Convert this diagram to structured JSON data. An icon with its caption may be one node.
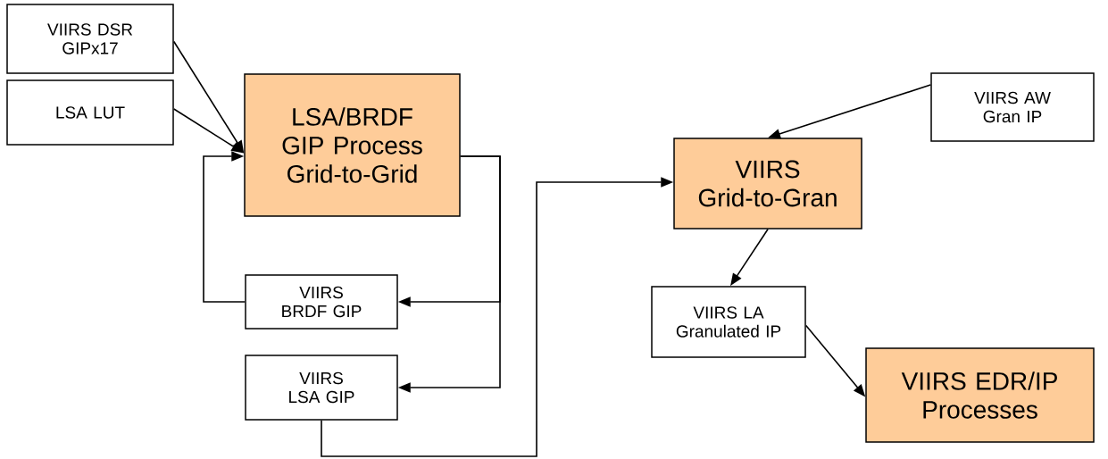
{
  "diagram": {
    "nodes": [
      {
        "text": [
          "VIIRS DSR GIPx17"
        ]
      },
      {
        "text": [
          "LSA LUT"
        ]
      },
      {
        "text": [
          "LSA/BRDF GIP Process Grid-to-Grid"
        ]
      },
      {
        "text": [
          "VIIRS AW Gran IP"
        ]
      },
      {
        "text": [
          "VIIRS Grid-to-Gran"
        ]
      },
      {
        "text": [
          "VIIRS BRDF GIP"
        ]
      },
      {
        "text": [
          "VIIRS LA Granulated IP"
        ]
      },
      {
        "text": [
          "VIIRS LSA GIP"
        ]
      },
      {
        "text": [
          "VIIRS EDR/IP Processes"
        ]
      }
    ],
    "edges": [
      {
        "from": 0,
        "to": 2,
        "arrow": "to"
      },
      {
        "from": 1,
        "to": 2,
        "arrow": "to"
      },
      {
        "from": 2,
        "to": 5,
        "arrow": "to"
      },
      {
        "from": 2,
        "to": 7,
        "arrow": "to"
      },
      {
        "from": 5,
        "to": 2,
        "arrow": "to"
      },
      {
        "from": 7,
        "to": 4,
        "arrow": "to"
      },
      {
        "from": 3,
        "to": 4,
        "arrow": "to"
      },
      {
        "from": 4,
        "to": 6,
        "arrow": "to"
      },
      {
        "from": 6,
        "to": 8,
        "arrow": "to"
      }
    ]
  }
}
